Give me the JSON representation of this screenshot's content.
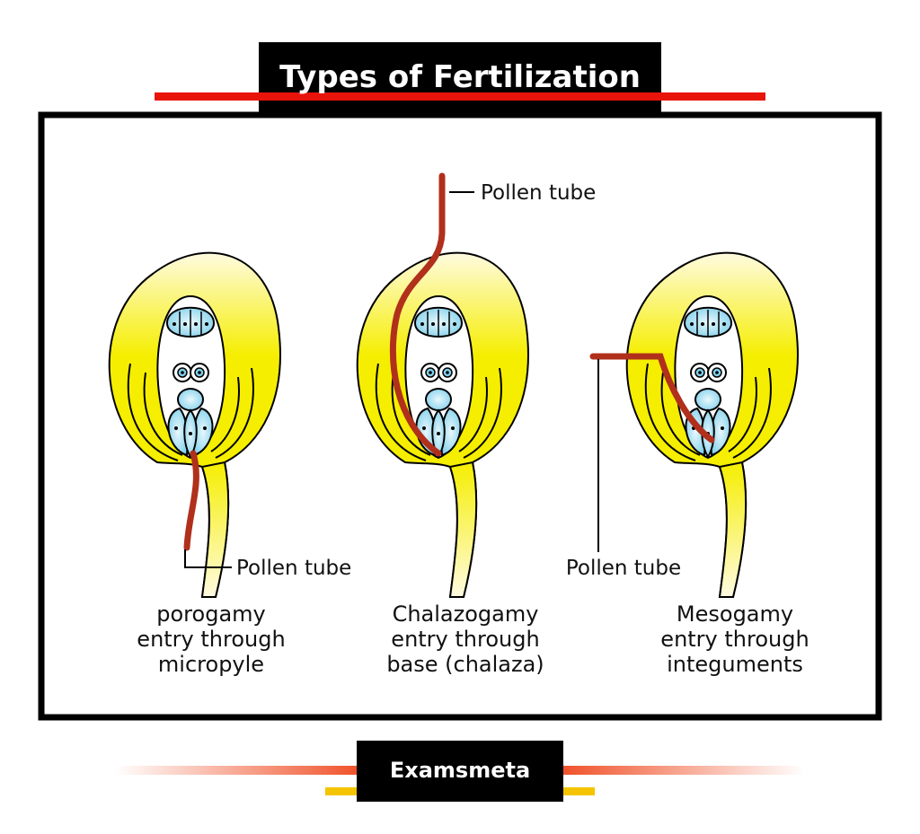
{
  "title": "Types of Fertilization",
  "footer": "Examsmeta",
  "colors": {
    "tube": "#b0301c",
    "integument": "#f5ee00",
    "cells": "#7fcfea",
    "frame": "#000000",
    "accent_red": "#e8140c",
    "accent_orange": "#f0522a",
    "accent_yellow": "#f5c400"
  },
  "panels": [
    {
      "tube_label": "Pollen tube",
      "caption": [
        "porogamy",
        "entry through",
        "micropyle"
      ]
    },
    {
      "tube_label": "Pollen tube",
      "caption": [
        "Chalazogamy",
        "entry through",
        "base (chalaza)"
      ]
    },
    {
      "tube_label": "Pollen tube",
      "caption": [
        "Mesogamy",
        "entry through",
        "integuments"
      ]
    }
  ]
}
